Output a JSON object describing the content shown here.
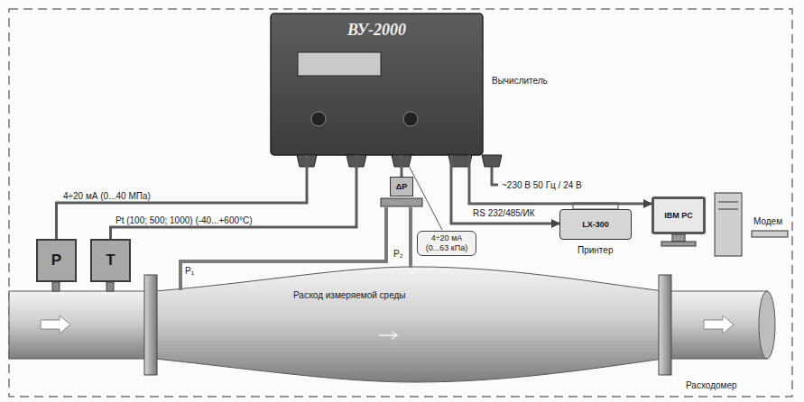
{
  "diagram": {
    "nodes": [
      {
        "text": [
          "ВУ-2000"
        ]
      },
      {
        "text": [
          "P"
        ]
      },
      {
        "text": [
          "T"
        ]
      },
      {
        "text": [
          "ΔP"
        ]
      },
      {
        "text": [
          "LX-300"
        ]
      },
      {
        "text": [
          "IBM PC"
        ]
      }
    ],
    "edges": [
      {
        "from": 1,
        "to": 0,
        "label": "4÷20 мА (0...40 МПа)",
        "arrow": "none"
      },
      {
        "from": 2,
        "to": 0,
        "label": "Pt (100; 500; 1000) (-40...+600°C)",
        "arrow": "none"
      },
      {
        "from": 3,
        "to": 0,
        "label": "4÷20 мА (0...63 кПа)",
        "arrow": "none"
      },
      {
        "from": 0,
        "to": 4,
        "label": "RS 232/485/ИК",
        "arrow": "to"
      },
      {
        "from": 0,
        "to": 5,
        "arrow": "to"
      }
    ],
    "labels": [
      "Вычислитель",
      "~230 В 50 Гц / 24 В",
      "Принтер",
      "Модем",
      "P₁",
      "P₂",
      "Расход измеряемой среды",
      "Расходомер"
    ]
  }
}
